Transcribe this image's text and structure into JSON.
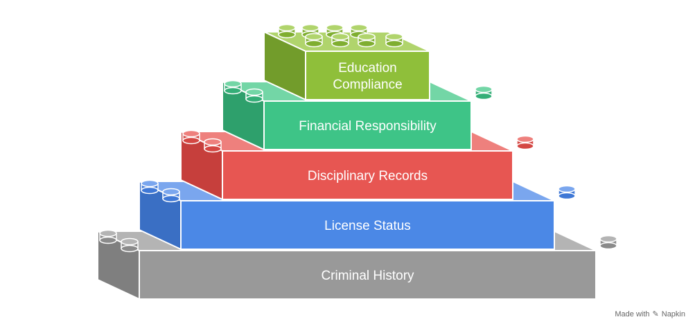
{
  "layers": [
    {
      "lines": [
        "Criminal History"
      ],
      "color": "#999999",
      "dark": "#7f7f7f",
      "top": "#b4b4b4",
      "stud": "#8a8a8a"
    },
    {
      "lines": [
        "License Status"
      ],
      "color": "#4b88e6",
      "dark": "#3a6fc4",
      "top": "#7aa6ee",
      "stud": "#3f78d6"
    },
    {
      "lines": [
        "Disciplinary Records"
      ],
      "color": "#e75652",
      "dark": "#c63f3c",
      "top": "#ee807d",
      "stud": "#d44743"
    },
    {
      "lines": [
        "Financial Responsibility"
      ],
      "color": "#3ec487",
      "dark": "#2ea06c",
      "top": "#73d6a6",
      "stud": "#34ae77"
    },
    {
      "lines": [
        "Education",
        "Compliance"
      ],
      "color": "#8fbf3a",
      "dark": "#729c2b",
      "top": "#b0d46c",
      "stud": "#7fae30"
    }
  ],
  "footer": {
    "made_with": "Made with",
    "brand": "Napkin",
    "brand_icon": "napkin-logo-icon"
  }
}
